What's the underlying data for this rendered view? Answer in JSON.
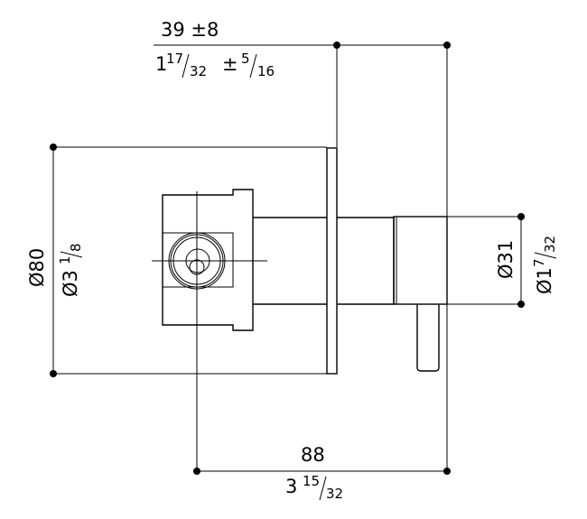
{
  "dimensions": {
    "top_metric": "39 ±8",
    "top_imperial_whole": "1",
    "top_imperial_num": "17",
    "top_imperial_den": "32",
    "top_imperial_pm": "±",
    "top_imperial_tol_num": "5",
    "top_imperial_tol_den": "16",
    "left_metric": "Ø80",
    "left_imperial_whole": "Ø3",
    "left_imperial_num": "1",
    "left_imperial_den": "8",
    "right_metric": "Ø31",
    "right_imperial_whole": "Ø1",
    "right_imperial_num": "7",
    "right_imperial_den": "32",
    "bottom_metric": "88",
    "bottom_imperial_whole": "3",
    "bottom_imperial_num": "15",
    "bottom_imperial_den": "32"
  }
}
